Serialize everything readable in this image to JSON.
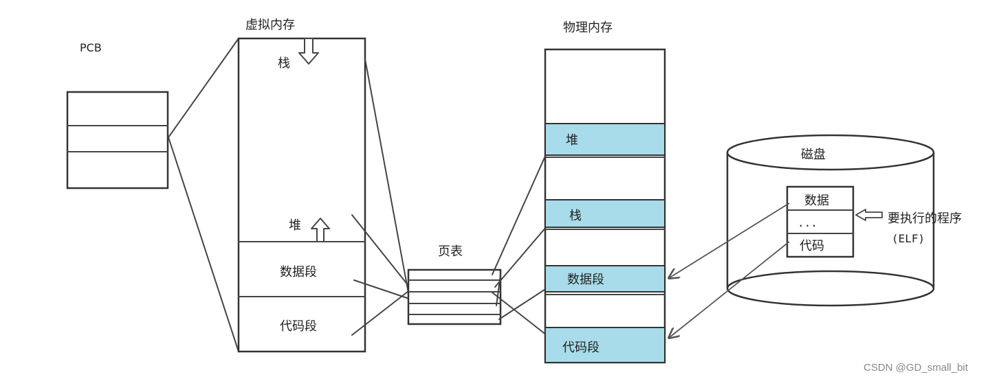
{
  "pcb": {
    "label": "PCB"
  },
  "virtual_memory": {
    "title": "虚拟内存",
    "stack": "栈",
    "heap": "堆",
    "data_segment": "数据段",
    "code_segment": "代码段"
  },
  "page_table": {
    "title": "页表"
  },
  "physical_memory": {
    "title": "物理内存",
    "heap": "堆",
    "stack": "栈",
    "data_segment": "数据段",
    "code_segment": "代码段",
    "segment_color": "#a8dcea"
  },
  "disk": {
    "title": "磁盘",
    "data": "数据",
    "ellipsis": "...",
    "code": "代码",
    "program_label": "要执行的程序",
    "program_format": "(ELF)"
  },
  "watermark": "CSDN @GD_small_bit"
}
